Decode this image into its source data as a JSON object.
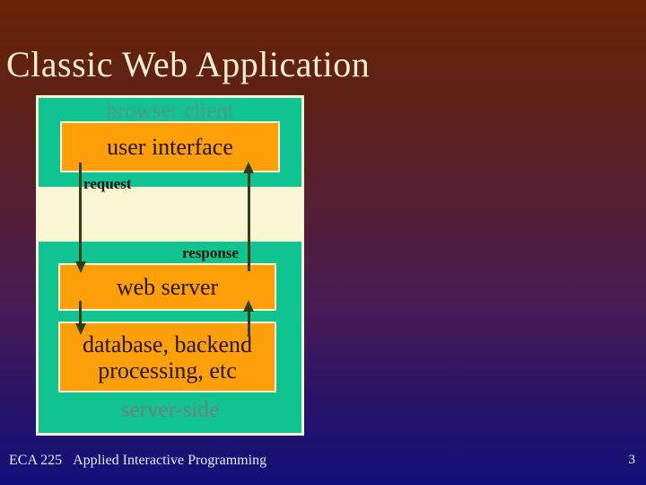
{
  "title": "Classic Web Application",
  "diagram": {
    "browser_client_label": "browser client",
    "user_interface_label": "user interface",
    "request_label": "request",
    "response_label": "response",
    "web_server_label": "web server",
    "database_label_line1": "database, backend",
    "database_label_line2": "processing, etc",
    "server_side_label": "server-side"
  },
  "footer": {
    "course": "ECA 225",
    "course_title": "Applied Interactive Programming",
    "page_number": "3"
  },
  "colors": {
    "background_top": "#6b2406",
    "background_bottom": "#12107a",
    "teal": "#12c392",
    "cream": "#f9f6d4",
    "orange": "#fc9f08",
    "arrow": "#333d14"
  }
}
